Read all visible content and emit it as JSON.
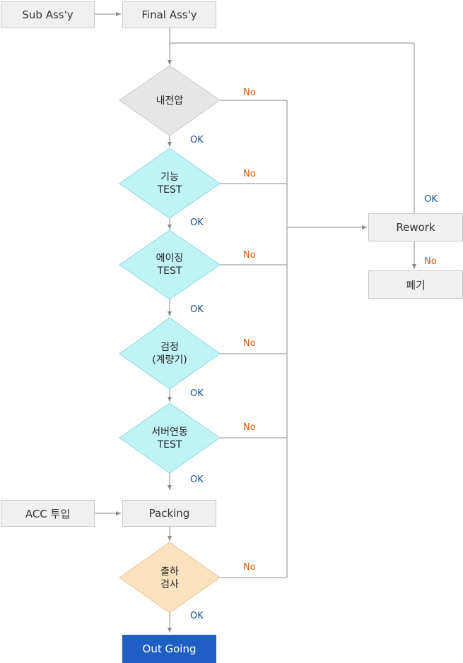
{
  "nodes": {
    "sub_assy": "Sub Ass'y",
    "final_assy": "Final Ass'y",
    "d1": "내전압",
    "d2": "기능\nTEST",
    "d3": "에이징\nTEST",
    "d4": "검정\n(계량기)",
    "d5": "서버연동\nTEST",
    "acc": "ACC 투입",
    "packing": "Packing",
    "d6": "출하\n검사",
    "outgoing": "Out Going",
    "rework": "Rework",
    "scrap": "폐기"
  },
  "labels": {
    "ok": "OK",
    "no": "No"
  },
  "colors": {
    "box_fill": "#f0f0f0",
    "diamond_gray": "#e6e6e6",
    "diamond_cyan": "#bff3f5",
    "diamond_peach": "#fbe2bf",
    "final_fill": "#1f5fc4",
    "ok_text": "#1a4f8a",
    "no_text": "#d05a0a",
    "line": "#8a8a8a"
  }
}
